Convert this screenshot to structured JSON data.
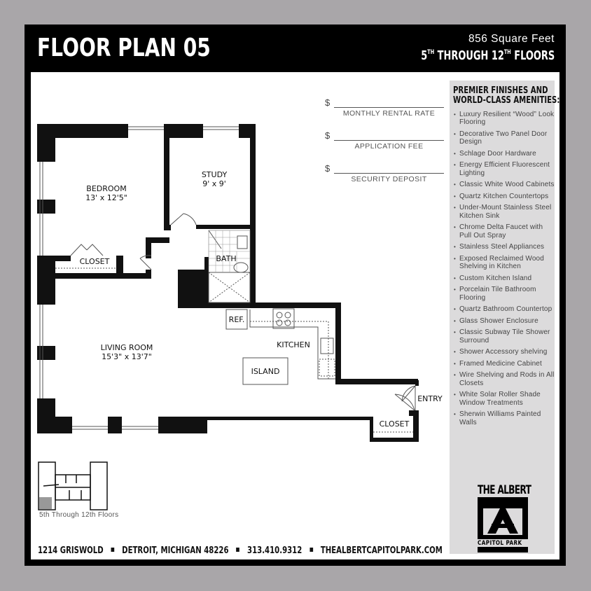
{
  "header": {
    "title": "FLOOR PLAN 05",
    "square_feet": "856 Square Feet",
    "floors_prefix": "5",
    "floors_sup1": "TH",
    "floors_mid": " THROUGH 12",
    "floors_sup2": "TH",
    "floors_suffix": " FLOORS"
  },
  "fees": [
    {
      "symbol": "$",
      "label": "MONTHLY RENTAL RATE",
      "value": ""
    },
    {
      "symbol": "$",
      "label": "APPLICATION FEE",
      "value": ""
    },
    {
      "symbol": "$",
      "label": "SECURITY DEPOSIT",
      "value": ""
    }
  ],
  "amenities_panel": {
    "title_line1": "PREMIER FINISHES AND",
    "title_line2": "WORLD-CLASS AMENITIES:",
    "items": [
      "Luxury Resilient “Wood” Look Flooring",
      "Decorative Two Panel Door Design",
      "Schlage Door Hardware",
      "Energy Efficient Fluorescent Lighting",
      "Classic White Wood Cabinets",
      "Quartz Kitchen Countertops",
      "Under-Mount Stainless Steel Kitchen Sink",
      "Chrome Delta Faucet with Pull Out Spray",
      "Stainless Steel Appliances",
      "Exposed Reclaimed Wood Shelving in Kitchen",
      "Custom Kitchen Island",
      "Porcelain Tile Bathroom Flooring",
      "Quartz Bathroom Countertop",
      "Glass Shower Enclosure",
      "Classic Subway Tile Shower Surround",
      "Shower Accessory shelving",
      "Framed Medicine Cabinet",
      "Wire Shelving and Rods in All Closets",
      "White Solar Roller Shade Window Treatments",
      "Sherwin Williams Painted Walls"
    ]
  },
  "logo": {
    "top": "THE ALBERT",
    "bottom": "CAPITOL PARK"
  },
  "floor_plan": {
    "rooms": [
      {
        "name": "BEDROOM",
        "dims": "13' x 12'5\""
      },
      {
        "name": "STUDY",
        "dims": "9' x 9'"
      },
      {
        "name": "CLOSET",
        "dims": ""
      },
      {
        "name": "BATH",
        "dims": ""
      },
      {
        "name": "LIVING ROOM",
        "dims": "15'3\" x 13'7\""
      },
      {
        "name": "KITCHEN",
        "dims": ""
      },
      {
        "name": "ISLAND",
        "dims": ""
      },
      {
        "name": "REF.",
        "dims": ""
      },
      {
        "name": "ENTRY",
        "dims": ""
      },
      {
        "name": "CLOSET",
        "dims": ""
      }
    ]
  },
  "key_plan": {
    "caption": "5th Through 12th Floors"
  },
  "footer": {
    "address": "1214 GRISWOLD",
    "city": "DETROIT, MICHIGAN 48226",
    "phone": "313.410.9312",
    "website": "THEALBERTCAPITOLPARK.COM"
  },
  "colors": {
    "background": "#a9a6a9",
    "frame": "#000000",
    "panel": "#dcdbdc"
  }
}
